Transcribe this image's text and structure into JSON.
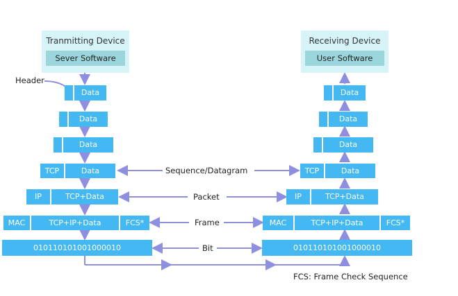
{
  "left_device": {
    "title": "Tranmitting Device",
    "subtitle": "Sever Software"
  },
  "right_device": {
    "title": "Receiving Device",
    "subtitle": "User Software"
  },
  "header_label": "Header",
  "data_label": "Data",
  "tcp_label": "TCP",
  "ip_label": "IP",
  "tcp_data_label": "TCP+Data",
  "mac_label": "MAC",
  "tcp_ip_data_label": "TCP+IP+Data",
  "fcs_label": "FCS*",
  "bits_label": "010110101001000010",
  "connectors": {
    "segment": "Sequence/Datagram",
    "packet": "Packet",
    "frame": "Frame",
    "bit": "Bit"
  },
  "footnote": "FCS: Frame Check Sequence",
  "colors": {
    "box": "#43b8f2",
    "device_bg": "#d6f4f8",
    "device_inner": "#9bd6dc",
    "arrow": "#8f8fe0"
  }
}
